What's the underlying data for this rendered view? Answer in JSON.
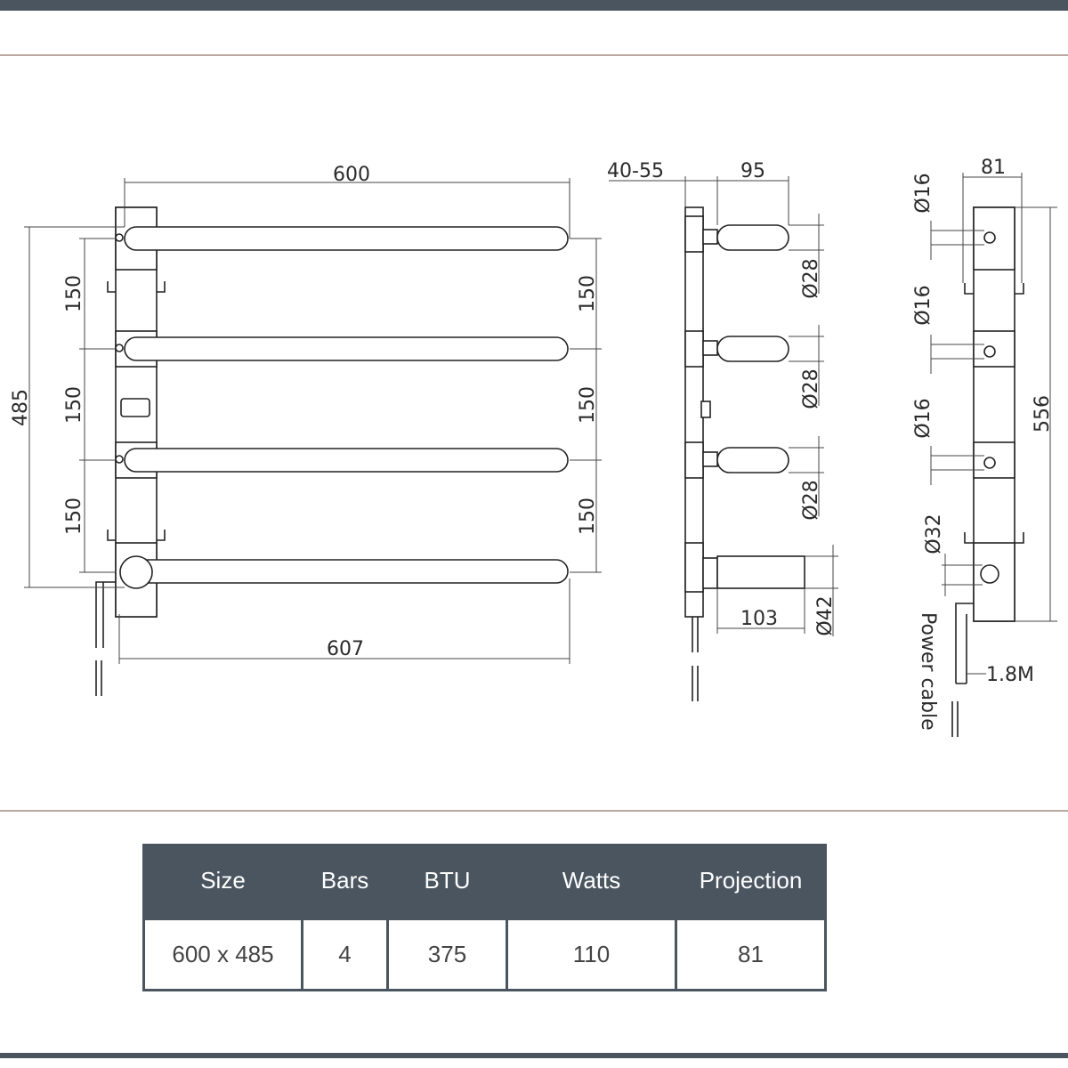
{
  "front_view": {
    "width_top": "600",
    "width_bottom": "607",
    "height_total": "485",
    "spacing_left": [
      "150",
      "150",
      "150"
    ],
    "spacing_right": [
      "150",
      "150",
      "150"
    ]
  },
  "side_view": {
    "wall_gap": "40-55",
    "bar_projection": "95",
    "bar_diameters": [
      "Ø28",
      "Ø28",
      "Ø28"
    ],
    "element_length": "103",
    "element_diameter": "Ø42"
  },
  "end_view": {
    "width": "81",
    "height": "556",
    "fixing_diameters": [
      "Ø16",
      "Ø16",
      "Ø16"
    ],
    "element_fixing_diameter": "Ø32",
    "cable_length": "1.8M",
    "cable_label": "Power cable"
  },
  "spec_table": {
    "headers": [
      "Size",
      "Bars",
      "BTU",
      "Watts",
      "Projection"
    ],
    "row": [
      "600 x 485",
      "4",
      "375",
      "110",
      "81"
    ]
  }
}
